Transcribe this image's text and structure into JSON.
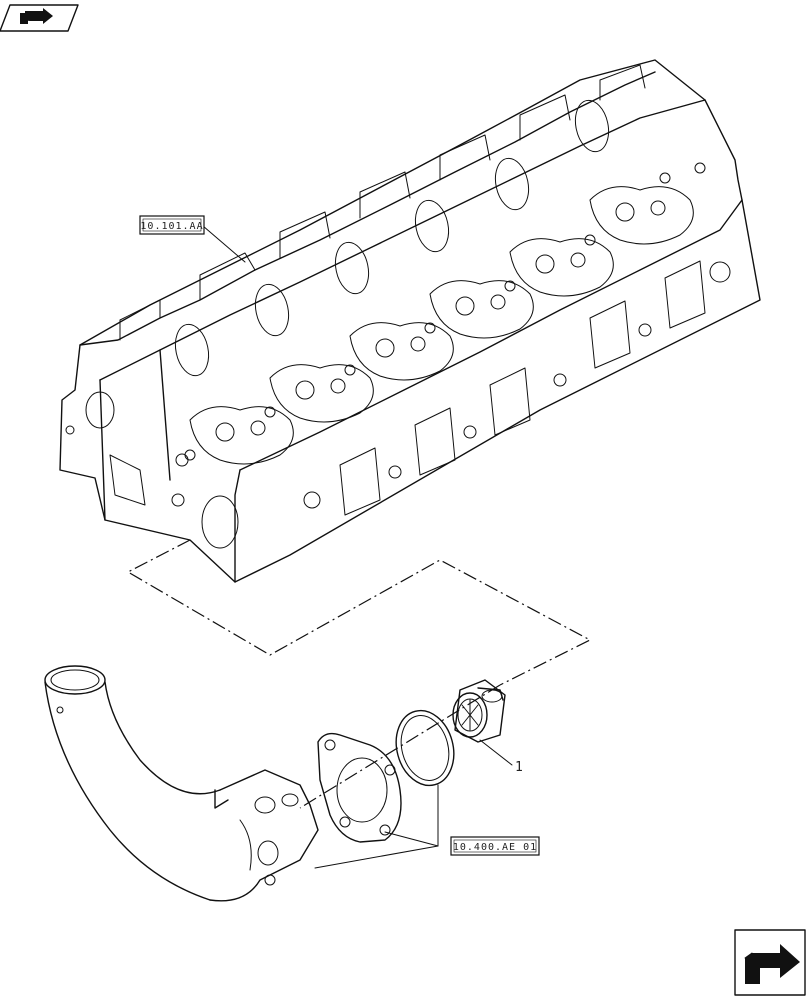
{
  "callouts": {
    "cylinder_head_ref": "10.101.AA",
    "thermostat_group_ref": "10.400.AE 01",
    "thermostat_item": "1"
  },
  "icons": {
    "top_left": "book-arrow-icon",
    "bottom_right": "next-page-arrow-icon"
  }
}
